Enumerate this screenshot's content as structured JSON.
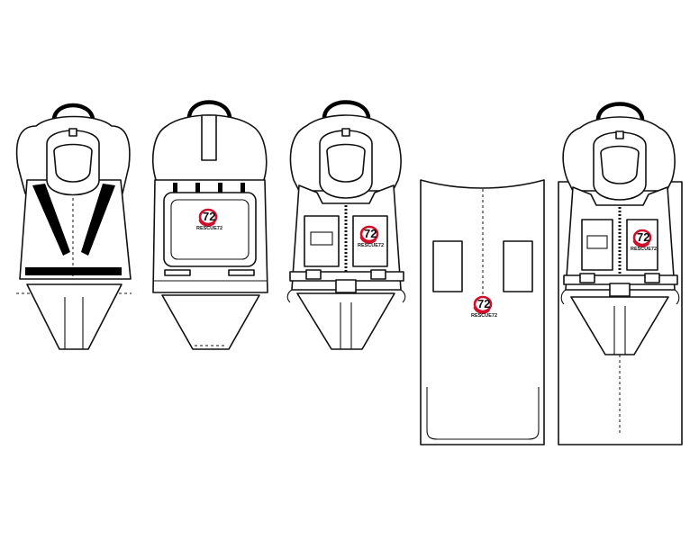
{
  "logo": {
    "number": "72",
    "word": "RESCUE72",
    "ring_color": "#d0102b",
    "text_color": "#111111"
  },
  "figures": [
    {
      "name": "harness-frame-view"
    },
    {
      "name": "backpack-back-view"
    },
    {
      "name": "pack-front-view"
    },
    {
      "name": "sleeping-bag-open-view"
    },
    {
      "name": "pack-in-sleeping-bag-view"
    }
  ]
}
